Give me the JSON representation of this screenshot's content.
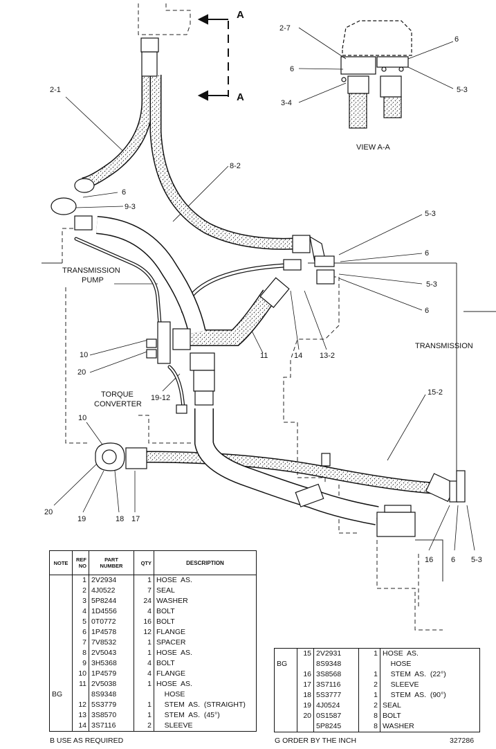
{
  "labels": {
    "section_marker": "A",
    "view_title": "VIEW  A-A",
    "callouts": {
      "c1": "2-7",
      "c2": "6",
      "c3": "6",
      "c4": "5-3",
      "c5": "3-4",
      "c6": "2-1",
      "c7": "8-2",
      "c8": "6",
      "c9": "9-3",
      "c10": "5-3",
      "c11": "6",
      "c12": "5-3",
      "c13": "6",
      "c14": "10",
      "c15": "20",
      "c16": "19-12",
      "c17": "11",
      "c18": "14",
      "c19": "13-2",
      "c20": "15-2",
      "c21": "10",
      "c22": "20",
      "c23": "19",
      "c24": "18",
      "c25": "17",
      "c26": "16",
      "c27": "6",
      "c28": "5-3"
    },
    "transmission_pump": [
      "TRANSMISSION",
      "PUMP"
    ],
    "torque_converter": [
      "TORQUE",
      "CONVERTER"
    ],
    "transmission": "TRANSMISSION",
    "drawing_number": "327286"
  },
  "table1": {
    "headers": {
      "note": "NOTE",
      "ref_no": [
        "REF",
        "NO"
      ],
      "part_number": [
        "PART",
        "NUMBER"
      ],
      "qty": "QTY",
      "description": "DESCRIPTION"
    },
    "rows": [
      {
        "note": "",
        "ref": "1",
        "part": "2V2934",
        "qty": "1",
        "desc": "HOSE  AS."
      },
      {
        "note": "",
        "ref": "2",
        "part": "4J0522",
        "qty": "7",
        "desc": "SEAL"
      },
      {
        "note": "",
        "ref": "3",
        "part": "5P8244",
        "qty": "24",
        "desc": "WASHER"
      },
      {
        "note": "",
        "ref": "4",
        "part": "1D4556",
        "qty": "4",
        "desc": "BOLT"
      },
      {
        "note": "",
        "ref": "5",
        "part": "0T0772",
        "qty": "16",
        "desc": "BOLT"
      },
      {
        "note": "",
        "ref": "6",
        "part": "1P4578",
        "qty": "12",
        "desc": "FLANGE"
      },
      {
        "note": "",
        "ref": "7",
        "part": "7V8532",
        "qty": "1",
        "desc": "SPACER"
      },
      {
        "note": "",
        "ref": "8",
        "part": "2V5043",
        "qty": "1",
        "desc": "HOSE  AS."
      },
      {
        "note": "",
        "ref": "9",
        "part": "3H5368",
        "qty": "4",
        "desc": "BOLT"
      },
      {
        "note": "",
        "ref": "10",
        "part": "1P4579",
        "qty": "4",
        "desc": "FLANGE"
      },
      {
        "note": "",
        "ref": "11",
        "part": "2V5038",
        "qty": "1",
        "desc": "HOSE  AS."
      },
      {
        "note": "BG",
        "ref": "",
        "part": "8S9348",
        "qty": "",
        "desc": "    HOSE"
      },
      {
        "note": "",
        "ref": "12",
        "part": "5S3779",
        "qty": "1",
        "desc": "    STEM  AS.  (STRAIGHT)"
      },
      {
        "note": "",
        "ref": "13",
        "part": "3S8570",
        "qty": "1",
        "desc": "    STEM  AS.  (45°)"
      },
      {
        "note": "",
        "ref": "14",
        "part": "3S7116",
        "qty": "2",
        "desc": "    SLEEVE"
      }
    ]
  },
  "table2": {
    "rows": [
      {
        "note": "",
        "ref": "15",
        "part": "2V2931",
        "qty": "1",
        "desc": "HOSE  AS."
      },
      {
        "note": "BG",
        "ref": "",
        "part": "8S9348",
        "qty": "",
        "desc": "    HOSE"
      },
      {
        "note": "",
        "ref": "16",
        "part": "3S8568",
        "qty": "1",
        "desc": "    STEM  AS.  (22°)"
      },
      {
        "note": "",
        "ref": "17",
        "part": "3S7116",
        "qty": "2",
        "desc": "    SLEEVE"
      },
      {
        "note": "",
        "ref": "18",
        "part": "5S3777",
        "qty": "1",
        "desc": "    STEM  AS.  (90°)"
      },
      {
        "note": "",
        "ref": "19",
        "part": "4J0524",
        "qty": "2",
        "desc": "SEAL"
      },
      {
        "note": "",
        "ref": "20",
        "part": "0S1587",
        "qty": "8",
        "desc": "BOLT"
      },
      {
        "note": "",
        "ref": "",
        "part": "5P8245",
        "qty": "8",
        "desc": "WASHER"
      }
    ]
  },
  "footnotes": {
    "b": "B    USE AS REQUIRED",
    "g": "G    ORDER  BY  THE  INCH"
  }
}
